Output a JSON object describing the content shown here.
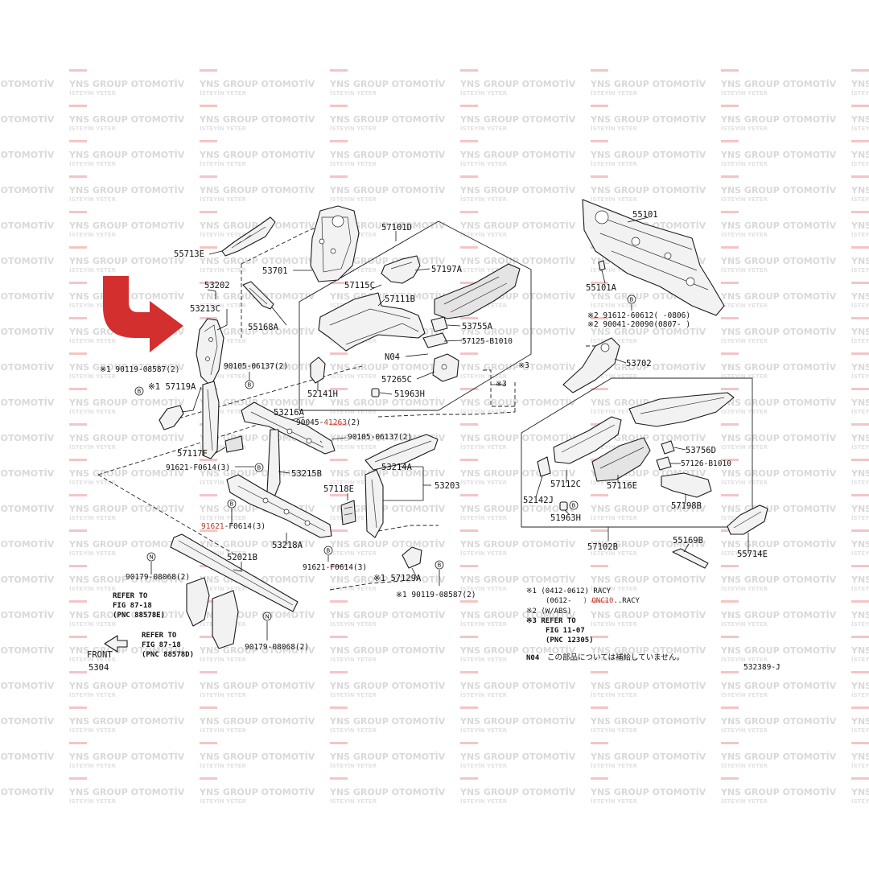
{
  "watermark": {
    "brand": "YNS GROUP OTOMOTİV",
    "slogan": "İSTEYİN YETER"
  },
  "labels": {
    "p55713E": "55713E",
    "p53202": "53202",
    "p53213C": "53213C",
    "p53701": "53701",
    "p55168A": "55168A",
    "p57101D": "57101D",
    "p57197A": "57197A",
    "p57115C": "57115C",
    "p57111B": "57111B",
    "p53755A": "53755A",
    "p57125B1010": "57125-B1010",
    "pN04": "N04",
    "p57265C": "57265C",
    "p52141H": "52141H",
    "p51963H_a": "51963H",
    "b90119a": "※1 90119-08587(2)",
    "p57119A": "※1 57119A",
    "b90105a": "90105-06137(2)",
    "p53216A": "53216A",
    "b90045": "90045-",
    "b90045red": "41263",
    "b90045tail": "(2)",
    "b90105b": "90105-06137(2)",
    "p57117F": "57117F",
    "b91621a": "91621-F0614(3)",
    "p53215B": "53215B",
    "p53214A": "53214A",
    "p53203": "53203",
    "p57118E": "57118E",
    "b91621b": "91621",
    "b91621btail": "-F0614(3)",
    "p53218A": "53218A",
    "b91621c": "91621-F0614(3)",
    "p52021B": "52021B",
    "b90179a": "90179-08068(2)",
    "p57129A": "※1 57129A",
    "b90119b": "※1 90119-08587(2)",
    "b90179b": "90179-08068(2)",
    "p55101": "55101",
    "p55101A": "55101A",
    "b91612": "※2 91612-60612(     -0806)",
    "b90041": "※2 90041-20090(0807-     )",
    "p53702": "53702",
    "p53756D": "53756D",
    "p57126B1010": "57126-B1010",
    "p57112C": "57112C",
    "p57116E": "57116E",
    "p52142J": "52142J",
    "p51963H_b": "51963H",
    "p57198B": "57198B",
    "p57102B": "57102B",
    "p55169B": "55169B",
    "p55714E": "55714E",
    "mark3a": "※3",
    "mark3b": "※3",
    "code5304": "5304",
    "front": "FRONT",
    "figref": "532389-J"
  },
  "refs": {
    "left1": [
      "REFER TO",
      "FIG 87-18",
      "(PNC 88578E)"
    ],
    "left2": [
      "REFER TO",
      "FIG 87-18",
      "(PNC 88578D)"
    ]
  },
  "notes": {
    "n1": "※1 (0412-0612) RACY",
    "n1b": "(0612-",
    "n1b_red": ") QNC10",
    "n1b_tail": "..RACY",
    "n2": "※2 (W/ABS)",
    "n3": "※3 REFER TO",
    "n3b": "FIG 11-07",
    "n3c": "(PNC 12305)",
    "n04_code": "N04",
    "n04_text": "この部品については補給していません。"
  },
  "circle_marks": {
    "B": "B",
    "N": "N"
  },
  "colors": {
    "arrow": "#d32f2f",
    "accent_red": "#c0392b",
    "watermark_bar": "#f4c5c5"
  }
}
